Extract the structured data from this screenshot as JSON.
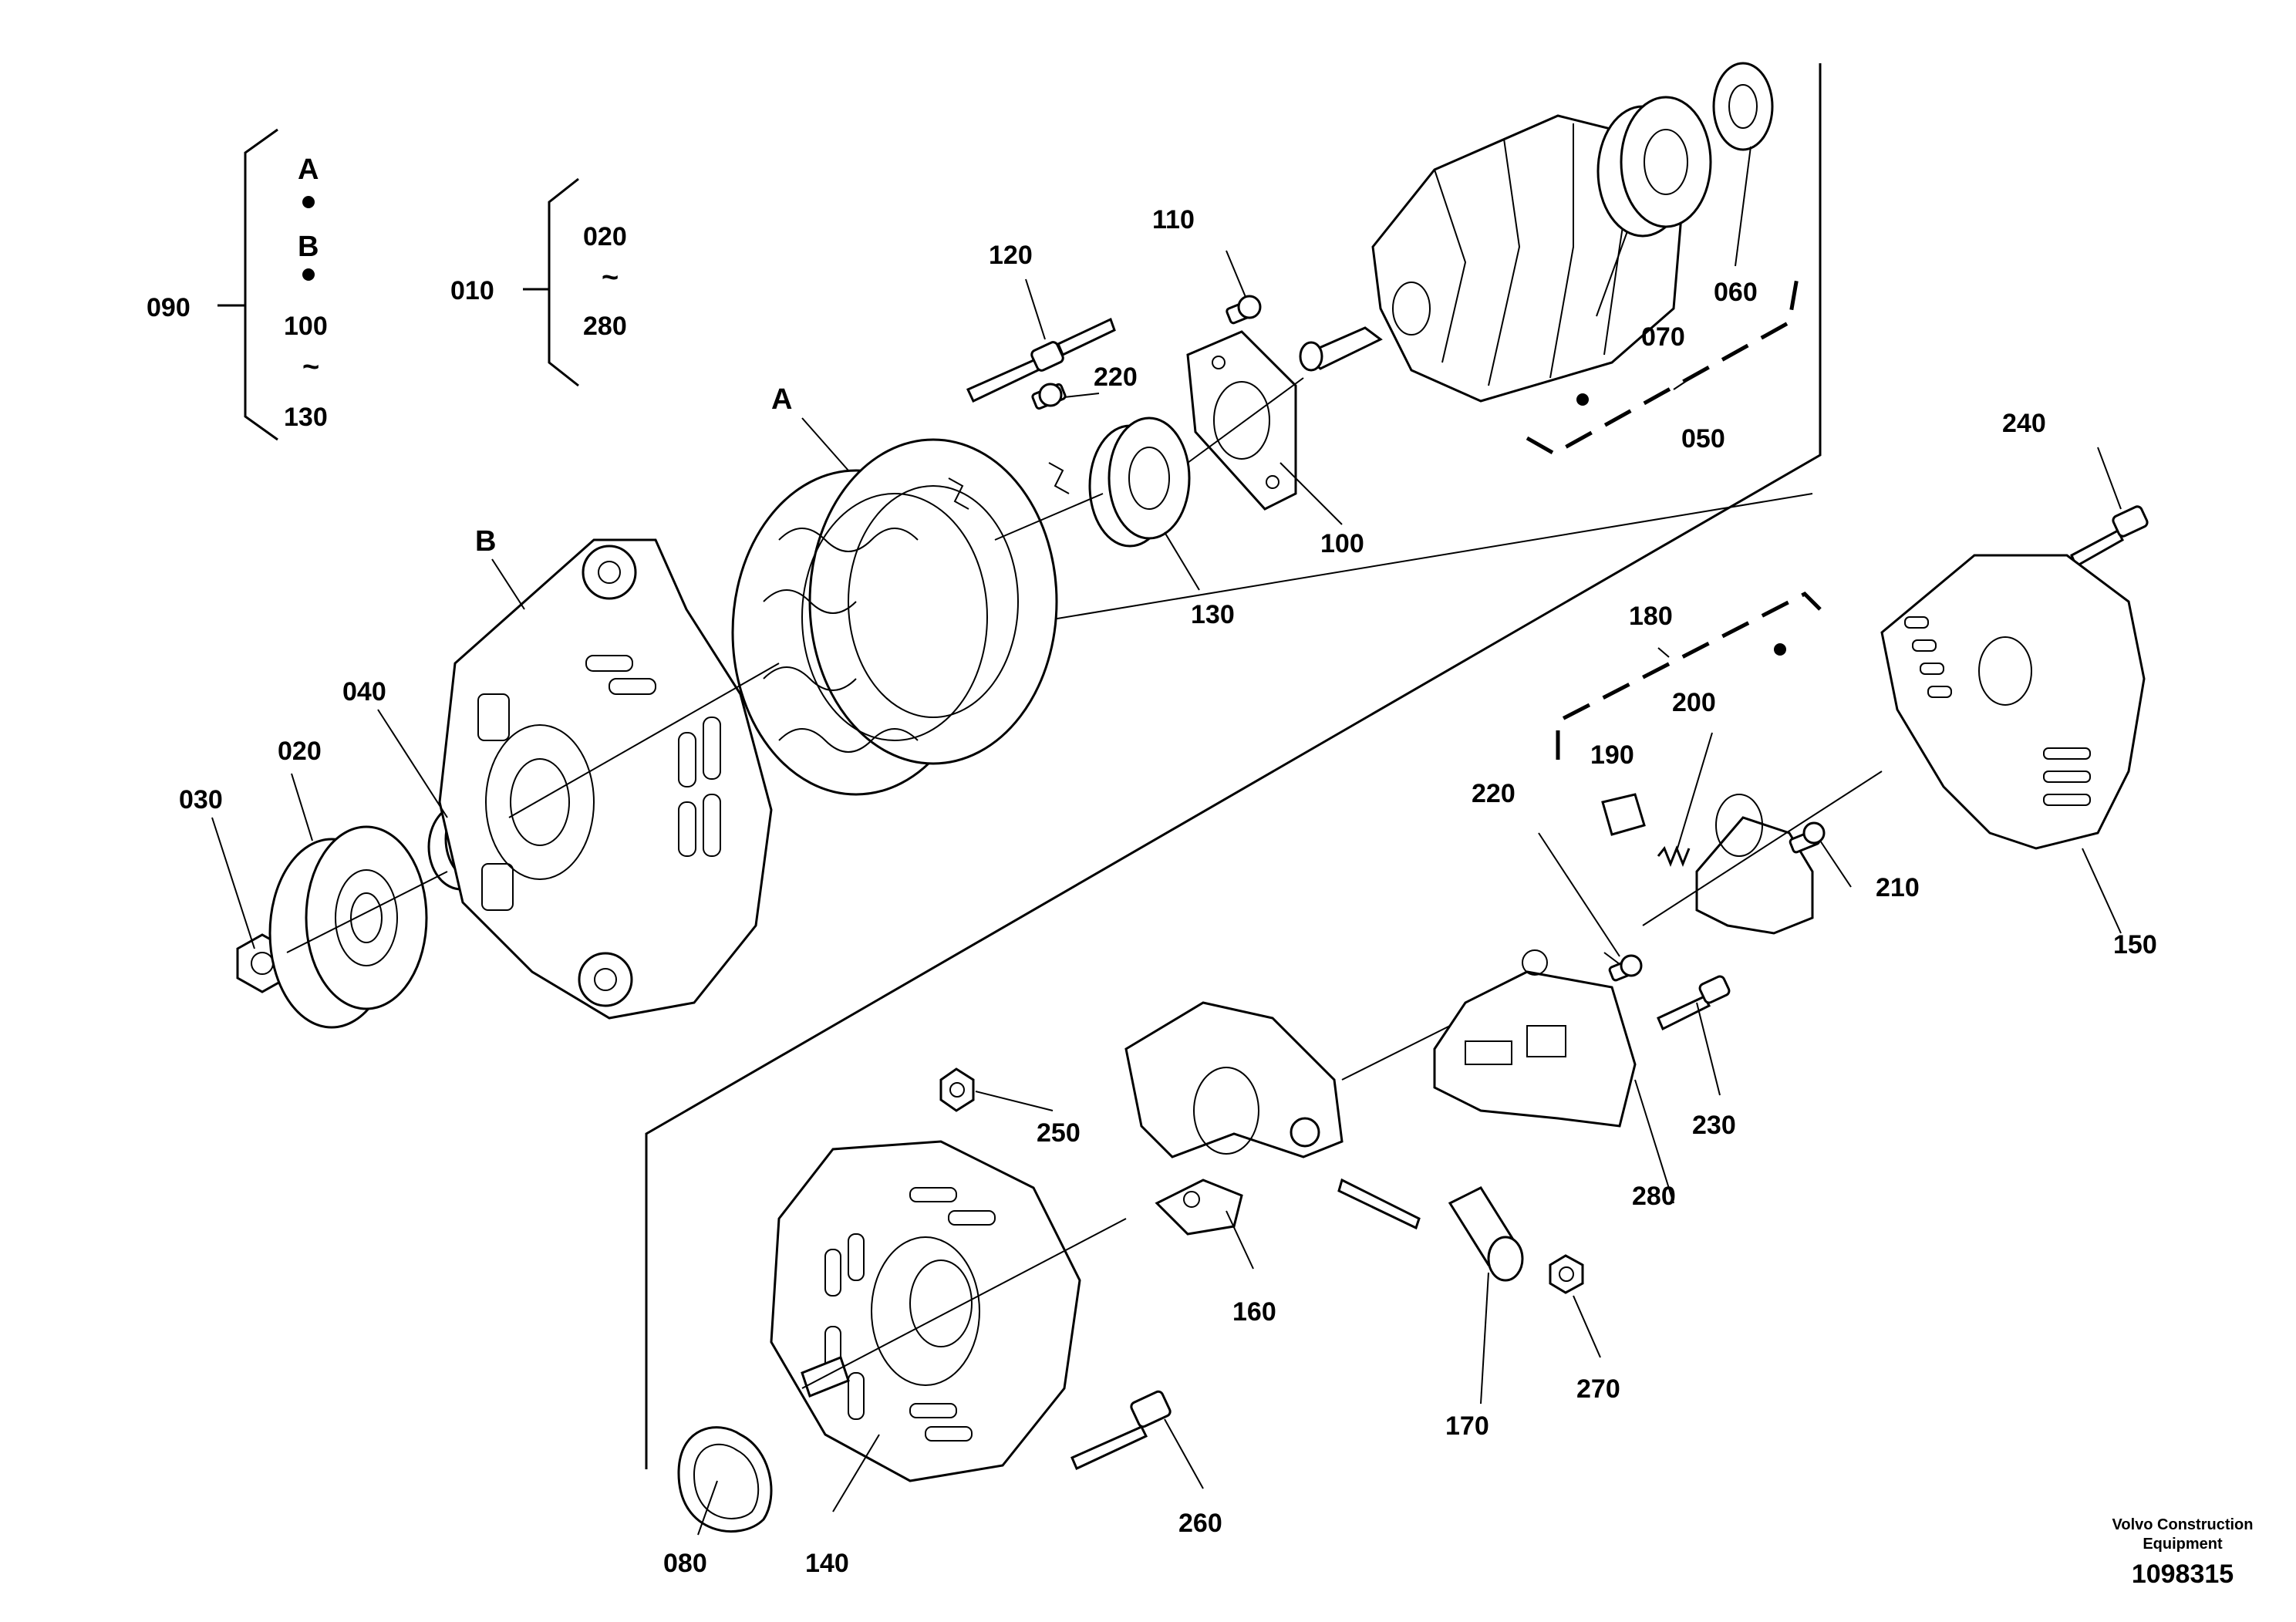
{
  "groups": {
    "g090": {
      "ref": "090",
      "items": [
        "A",
        "B"
      ],
      "range_from": "100",
      "range_to": "130",
      "tilde": "~"
    },
    "g010": {
      "ref": "010",
      "range_from": "020",
      "range_to": "280",
      "tilde": "~"
    }
  },
  "assembly_letters": {
    "a": "A",
    "b": "B"
  },
  "callouts": {
    "c020": "020",
    "c030": "030",
    "c040": "040",
    "c050": "050",
    "c060": "060",
    "c070": "070",
    "c080": "080",
    "c100": "100",
    "c110": "110",
    "c120": "120",
    "c130": "130",
    "c140": "140",
    "c150": "150",
    "c160": "160",
    "c170": "170",
    "c180": "180",
    "c190": "190",
    "c200": "200",
    "c210": "210",
    "c220a": "220",
    "c220b": "220",
    "c230": "230",
    "c240": "240",
    "c250": "250",
    "c260": "260",
    "c270": "270",
    "c280": "280"
  },
  "footer": {
    "brand_line1": "Volvo Construction",
    "brand_line2": "Equipment",
    "drawing_number": "1098315"
  }
}
